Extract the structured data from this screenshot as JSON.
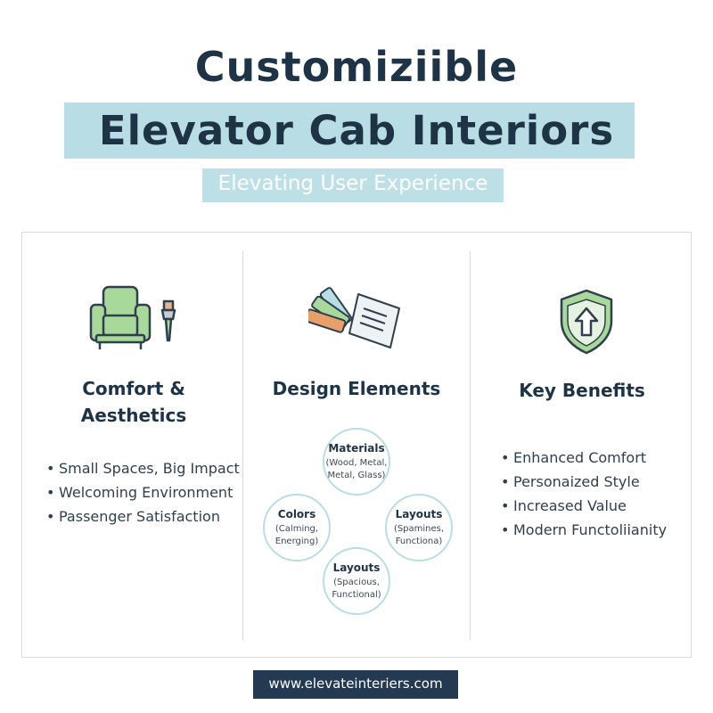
{
  "header": {
    "title_line1": "Customiziible",
    "title_line2": "Elevator Cab Interiors",
    "subtitle": "Elevating User Experience"
  },
  "columns": [
    {
      "title_line1": "Comfort &",
      "title_line2": "Aesthetics",
      "icon": "armchair-and-brush-icon",
      "bullets": [
        "Small Spaces, Big Impact",
        "Welcoming Environment",
        "Passenger Satisfaction"
      ]
    },
    {
      "title": "Design Elements",
      "icon": "swatches-and-blueprint-icon",
      "circles": [
        {
          "title": "Materials",
          "line1": "(Wood, Metal,",
          "line2": "Metal, Glass)"
        },
        {
          "title": "Colors",
          "line1": "(Calming,",
          "line2": "Energing)"
        },
        {
          "title": "Layouts",
          "line1": "(Spamines,",
          "line2": "Functiona)"
        },
        {
          "title": "Layouts",
          "line1": "(Spacious,",
          "line2": "Functional)"
        }
      ]
    },
    {
      "title": "Key Benefits",
      "icon": "shield-arrow-up-icon",
      "bullets": [
        "Enhanced Comfort",
        "Personaized Style",
        "Increased Value",
        "Modern Functoliianity"
      ]
    }
  ],
  "footer": {
    "url": "www.elevateinteriers.com"
  },
  "colors": {
    "navy": "#1f3347",
    "highlight": "#b9dde4",
    "green": "#a8d89a",
    "footer_bg": "#233a52"
  }
}
